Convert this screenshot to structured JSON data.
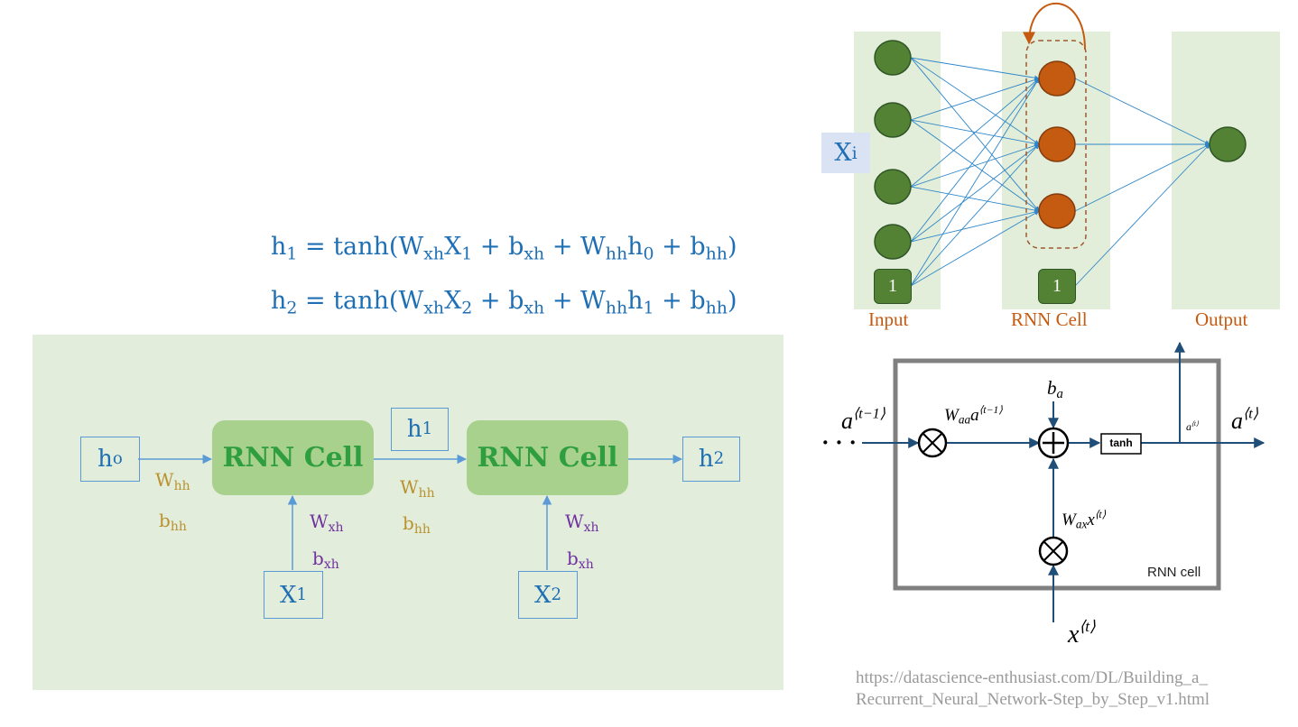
{
  "equations": {
    "eq1": {
      "lhs": "h",
      "lhs_sub": "1",
      "rhs_prefix": " = tanh(W",
      "s1": "xh",
      "x": "X",
      "s2": "1",
      "plus1": " + b",
      "s3": "xh",
      "plus2": " + W",
      "s4": "hh",
      "h": "h",
      "s5": "0",
      "plus3": " + b",
      "s6": "hh",
      "close": ")"
    },
    "eq2": {
      "lhs": "h",
      "lhs_sub": "2",
      "rhs_prefix": " = tanh(W",
      "s1": "xh",
      "x": "X",
      "s2": "2",
      "plus1": " + b",
      "s3": "xh",
      "plus2": " + W",
      "s4": "hh",
      "h": "h",
      "s5": "1",
      "plus3": " + b",
      "s6": "hh",
      "close": ")"
    }
  },
  "unrolled": {
    "cell_label": "RNN Cell",
    "h0": {
      "base": "h",
      "sub": "o"
    },
    "h1": {
      "base": "h",
      "sub": "1"
    },
    "h2": {
      "base": "h",
      "sub": "2"
    },
    "x1": {
      "base": "X",
      "sub": "1"
    },
    "x2": {
      "base": "X",
      "sub": "2"
    },
    "w_hh": {
      "base": "W",
      "sub": "hh"
    },
    "b_hh": {
      "base": "b",
      "sub": "hh"
    },
    "w_xh": {
      "base": "W",
      "sub": "xh"
    },
    "b_xh": {
      "base": "b",
      "sub": "xh"
    }
  },
  "network": {
    "xi": {
      "base": "X",
      "sub": "i"
    },
    "bias_label": "1",
    "labels": {
      "input": "Input",
      "rnn": "RNN Cell",
      "output": "Output"
    },
    "colors": {
      "input_node": "#548235",
      "rnn_node": "#c55a11",
      "output_node": "#548235",
      "edge": "#2e86c9",
      "loop": "#c55a11"
    }
  },
  "cell_detail": {
    "ellipsis": "· · ·",
    "a_prev": {
      "base": "a",
      "sup": "⟨t−1⟩"
    },
    "waa": {
      "base": "W",
      "sub": "aa",
      "a": "a",
      "sup": "⟨t−1⟩"
    },
    "ba": {
      "base": "b",
      "sub": "a"
    },
    "tanh": "tanh",
    "a_small": {
      "base": "a",
      "sup": "⟨t⟩"
    },
    "a_out": {
      "base": "a",
      "sup": "⟨t⟩"
    },
    "wax": {
      "base": "W",
      "sub": "ax",
      "x": "x",
      "sup": "⟨t⟩"
    },
    "x_in": {
      "base": "x",
      "sup": "⟨t⟩"
    },
    "cell_label": "RNN cell"
  },
  "citation": {
    "line1": "https://datascience-enthusiast.com/DL/Building_a_",
    "line2": "Recurrent_Neural_Network-Step_by_Step_v1.html"
  }
}
